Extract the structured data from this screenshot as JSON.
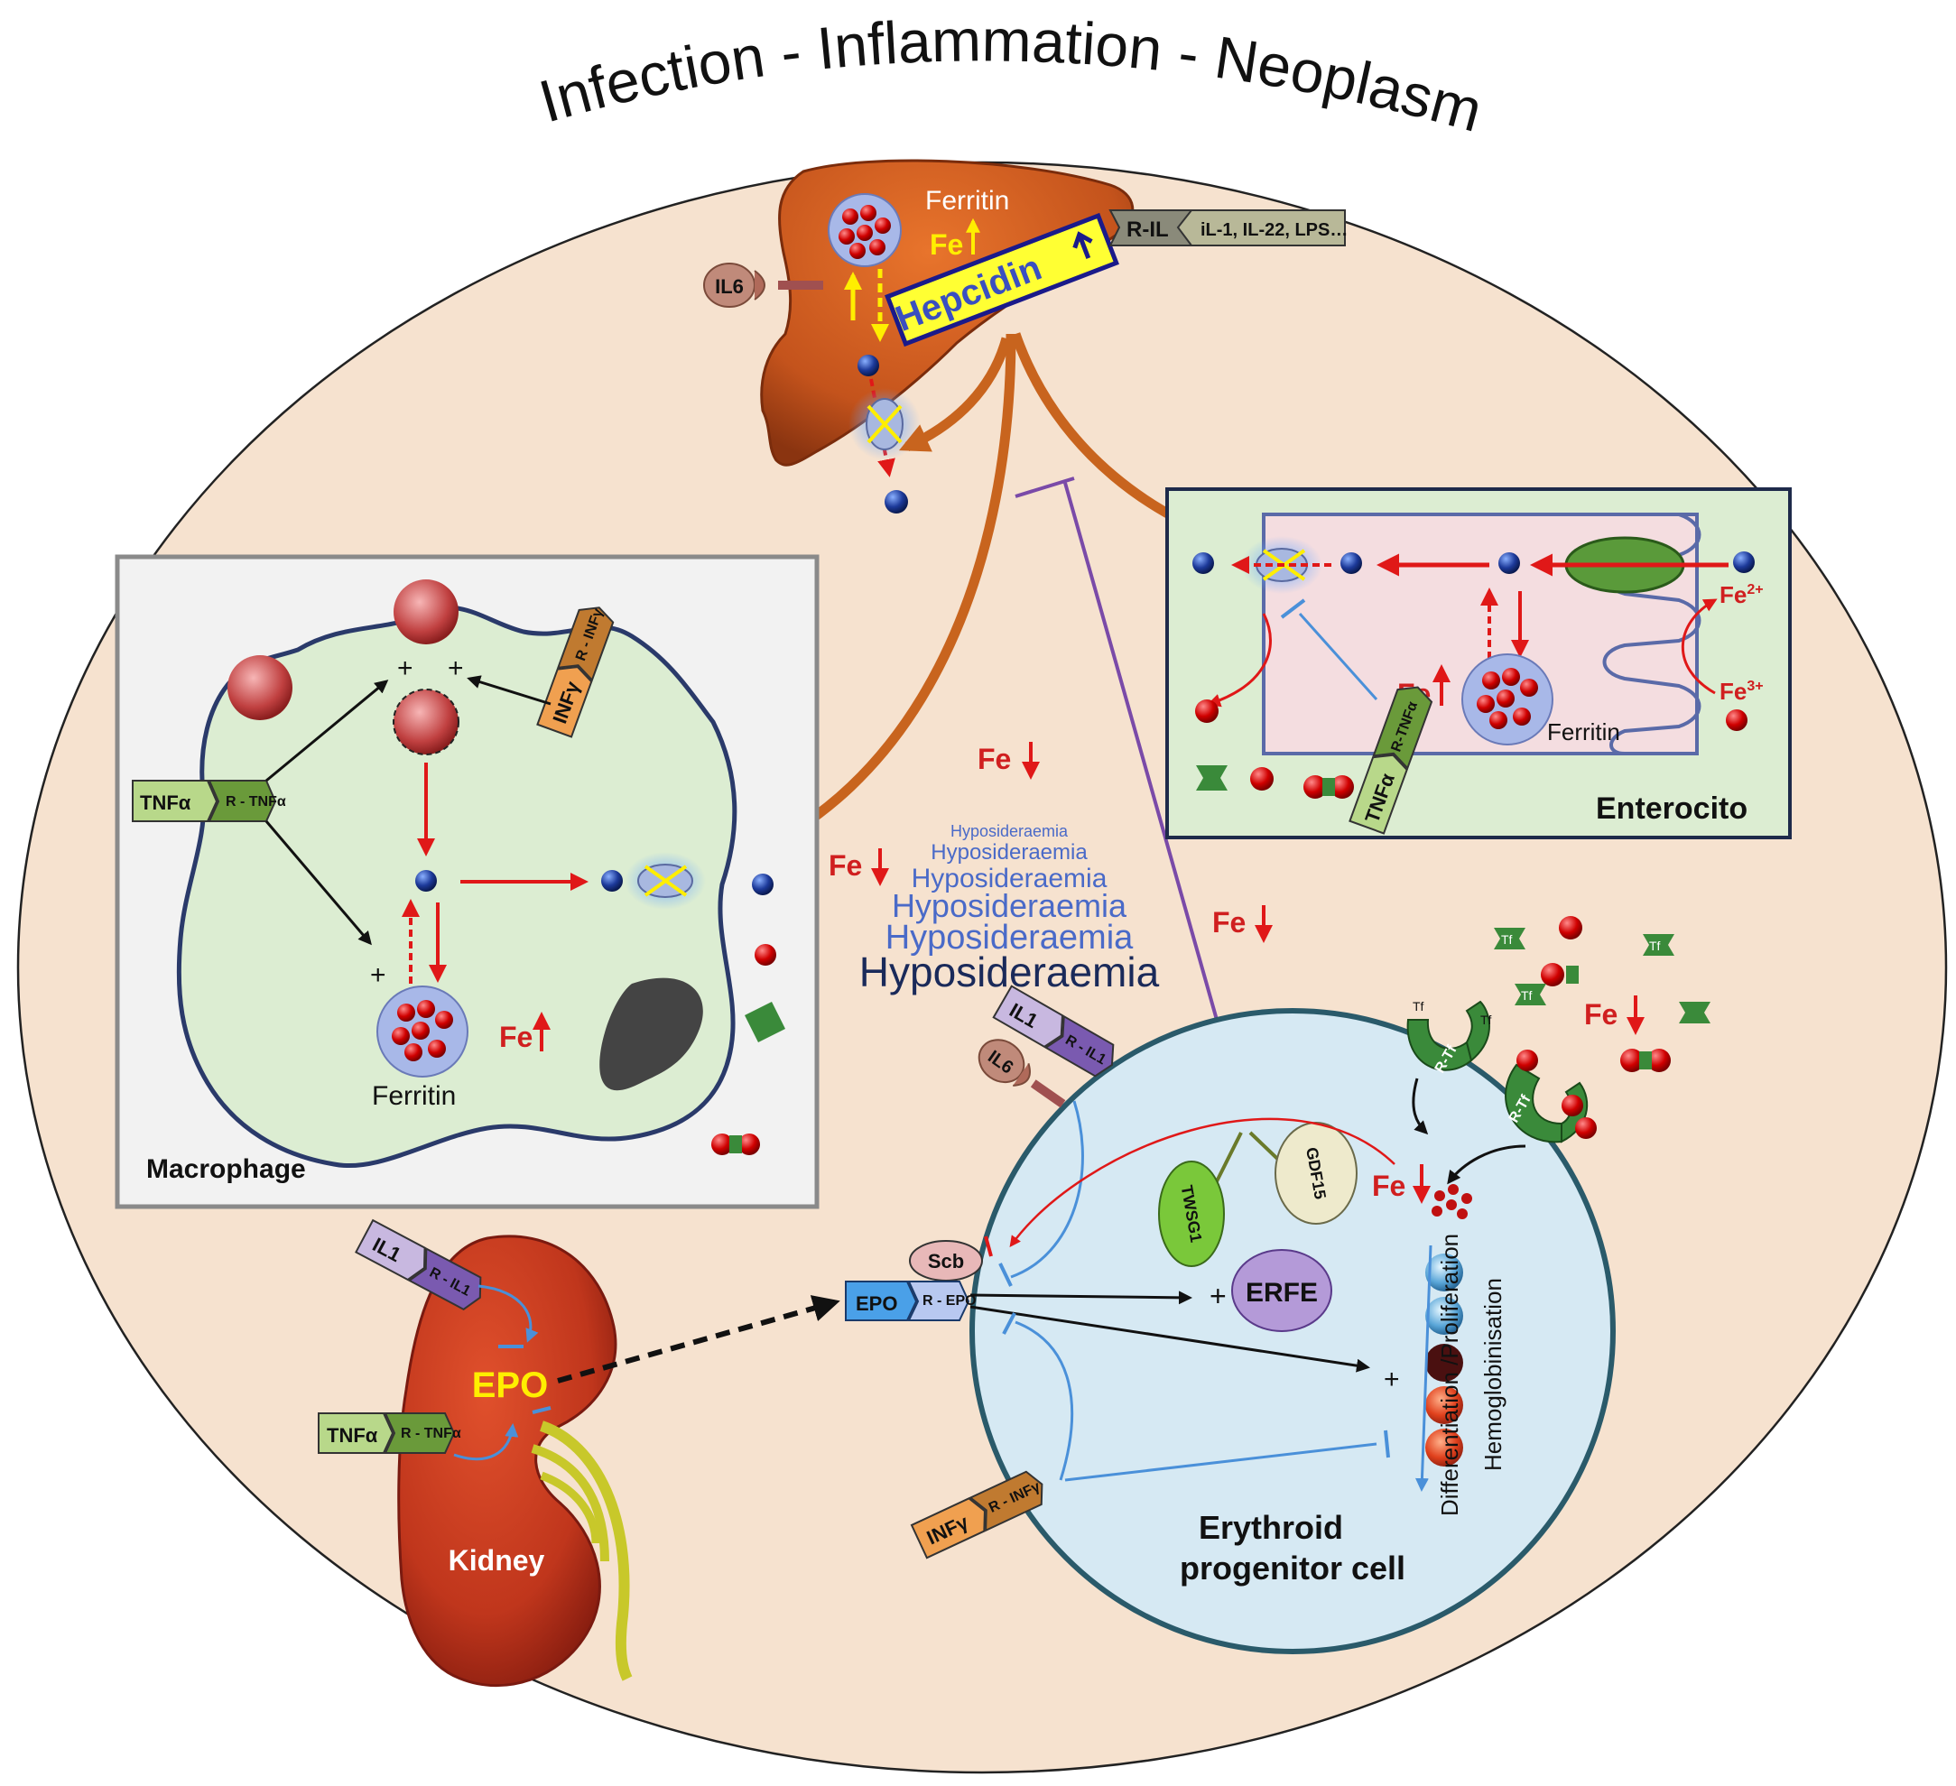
{
  "title": "Infection - Inflammation - Neoplasm",
  "liver": {
    "ferritin": "Ferritin",
    "fe": "Fe",
    "hepcidin": "Hepcidin",
    "il6": "IL6",
    "receptor": "R-IL",
    "stimuli": "iL-1, IL-22, LPS…"
  },
  "enterocyte": {
    "label": "Enterocito",
    "fe": "Fe",
    "ferritin": "Ferritin",
    "fe2": "Fe",
    "fe2_sup": "2+",
    "fe3": "Fe",
    "fe3_sup": "3+",
    "tnf": "TNFα",
    "rtnf": "R-TNFα"
  },
  "macrophage": {
    "label": "Macrophage",
    "tnf": "TNFα",
    "rtnf": "R - TNFα",
    "infy": "INFγ",
    "rinfy": "R - INFγ",
    "ferritin": "Ferritin",
    "fe": "Fe",
    "plus1": "+",
    "plus2": "+",
    "plus3": "+"
  },
  "center": {
    "fe_a": "Fe",
    "fe_b": "Fe",
    "fe_c": "Fe",
    "hypo": [
      "Hyposideraemia",
      "Hyposideraemia",
      "Hyposideraemia",
      "Hyposideraemia",
      "Hyposideraemia",
      "Hyposideraemia"
    ]
  },
  "kidney": {
    "label": "Kidney",
    "epo": "EPO",
    "il1": "IL1",
    "ril1": "R - IL1",
    "tnf": "TNFα",
    "rtnf": "R - TNFα"
  },
  "erythroid": {
    "label1": "Erythroid",
    "label2": "progenitor cell",
    "il1": "IL1",
    "ril1": "R - IL1",
    "il6": "IL6",
    "scb": "Scb",
    "epo": "EPO",
    "repo": "R - EPO",
    "twsg1": "TWSG1",
    "gdf15": "GDF15",
    "erfe": "ERFE",
    "infy": "INFγ",
    "rinfy": "R - INFγ",
    "fe": "Fe",
    "fe_out": "Fe",
    "diff": "Differentiation /Proliferation",
    "hemo": "Hemoglobinisation",
    "plus1": "+",
    "plus2": "+",
    "tf": [
      "Tf",
      "Tf",
      "Tf",
      "Tf",
      "Tf"
    ],
    "rtf": [
      "R-Tf",
      "R-Tf"
    ]
  },
  "colors": {
    "background_oval": "#f6e2cf",
    "liver": "#c4531c",
    "macrophage_cell": "#dcedd2",
    "enterocyte_cell": "#f4dde0",
    "erythroid_cell": "#d6e9f3",
    "kidney": "#c8381e",
    "iron_arrow": "#e01818",
    "hepcidin_arrow": "#c8641e",
    "hepcidin_box": "#ffff33"
  }
}
